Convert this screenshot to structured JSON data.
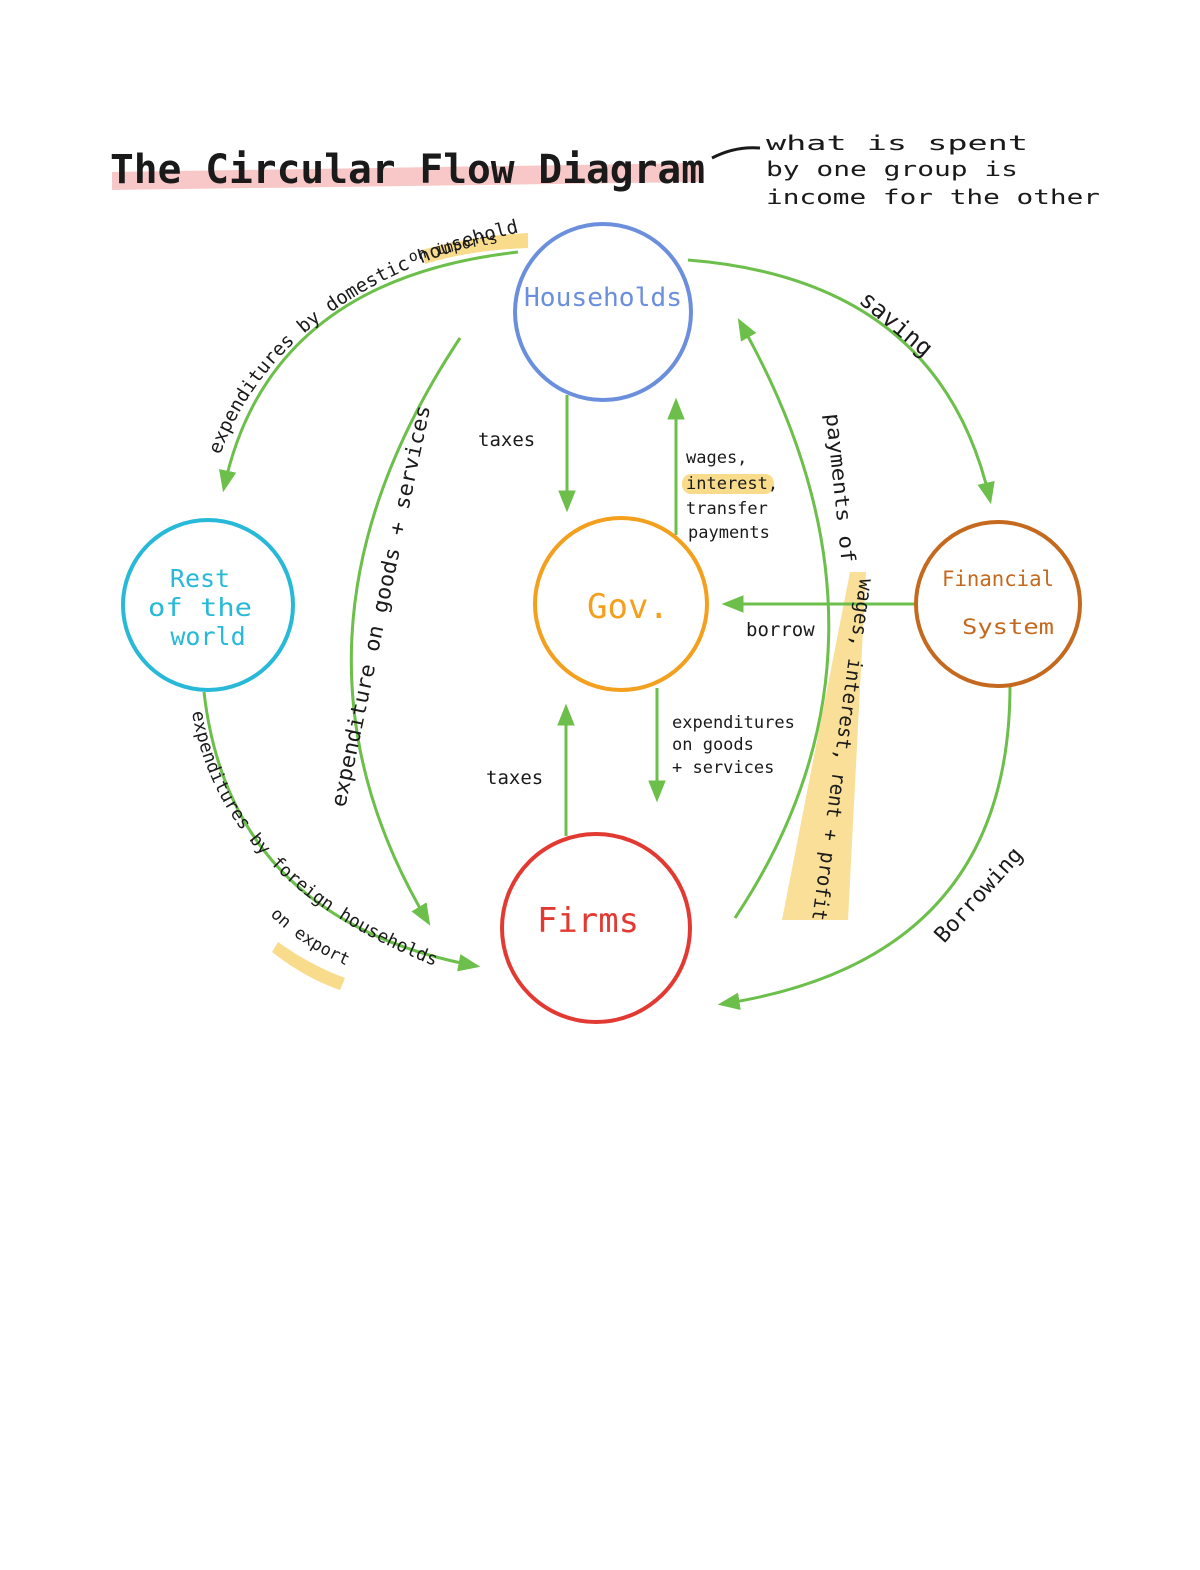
{
  "title": "The Circular Flow Diagram",
  "note": [
    "what is spent",
    "by one group is",
    "income for the other"
  ],
  "nodes": {
    "households": "Households",
    "rest_world": [
      "Rest",
      "of the",
      "world"
    ],
    "gov": "Gov.",
    "financial": [
      "Financial",
      "System"
    ],
    "firms": "Firms"
  },
  "labels": {
    "imports_a": "expenditures by domestic households",
    "imports_b": "on imports",
    "saving": "saving",
    "exp_goods_services": "expenditure on goods + services",
    "taxes_top": "taxes",
    "wages": [
      "wages,",
      "interest,",
      "transfer",
      "payments"
    ],
    "borrow": "borrow",
    "payments_capital": [
      "payments of",
      "wages, interest, rent + profit"
    ],
    "gov_exp": [
      "expenditures",
      "on goods",
      "+ services"
    ],
    "taxes_bottom": "taxes",
    "exports_a": "expenditures by foreign households",
    "exports_b": "on exports",
    "borrowing": "Borrowing"
  },
  "colors": {
    "arrow": "#6cbf4a",
    "households": "#6b8fdc",
    "rest_world": "#28b8d8",
    "gov": "#f2a01e",
    "financial": "#c4691e",
    "firms": "#e23a32",
    "highlight_pink": "#f8c8c8",
    "highlight_yellow": "#f8dc8c",
    "ink": "#1a1a1a"
  }
}
